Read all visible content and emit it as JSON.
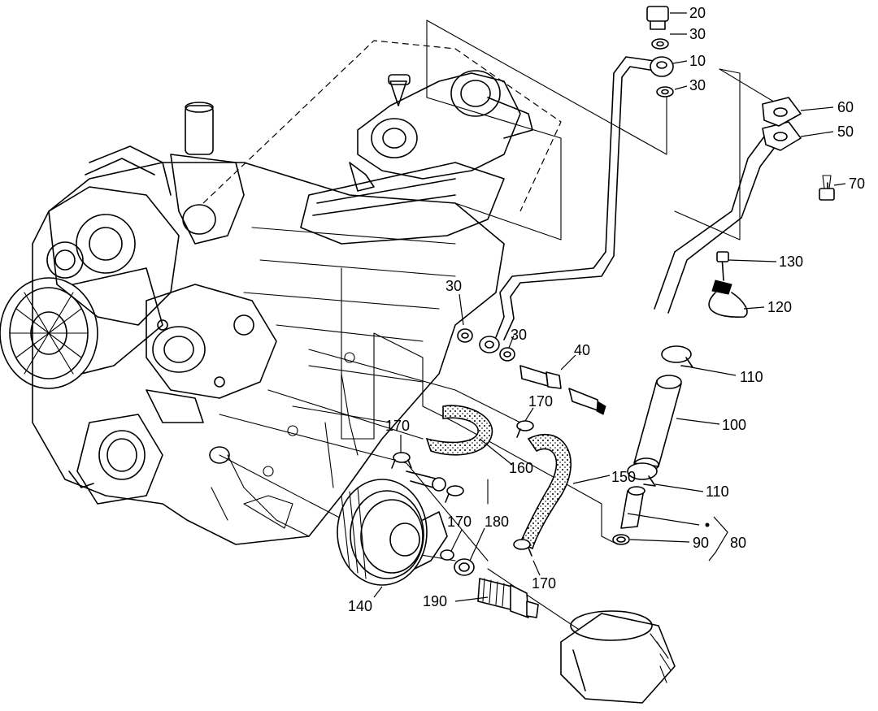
{
  "callouts": [
    {
      "id": "c20",
      "text": "20"
    },
    {
      "id": "c30a",
      "text": "30"
    },
    {
      "id": "c10",
      "text": "10"
    },
    {
      "id": "c30b",
      "text": "30"
    },
    {
      "id": "c60",
      "text": "60"
    },
    {
      "id": "c50",
      "text": "50"
    },
    {
      "id": "c70",
      "text": "70"
    },
    {
      "id": "c130",
      "text": "130"
    },
    {
      "id": "c120",
      "text": "120"
    },
    {
      "id": "c30c",
      "text": "30"
    },
    {
      "id": "c30d",
      "text": "30"
    },
    {
      "id": "c40",
      "text": "40"
    },
    {
      "id": "c110a",
      "text": "110"
    },
    {
      "id": "c100",
      "text": "100"
    },
    {
      "id": "c170a",
      "text": "170"
    },
    {
      "id": "c170b",
      "text": "170"
    },
    {
      "id": "c160",
      "text": "160"
    },
    {
      "id": "c150",
      "text": "150"
    },
    {
      "id": "c110b",
      "text": "110"
    },
    {
      "id": "c90",
      "text": "90"
    },
    {
      "id": "c80",
      "text": "80"
    },
    {
      "id": "c170c",
      "text": "170"
    },
    {
      "id": "c180",
      "text": "180"
    },
    {
      "id": "c170d",
      "text": "170"
    },
    {
      "id": "c140",
      "text": "140"
    },
    {
      "id": "c190",
      "text": "190"
    }
  ]
}
